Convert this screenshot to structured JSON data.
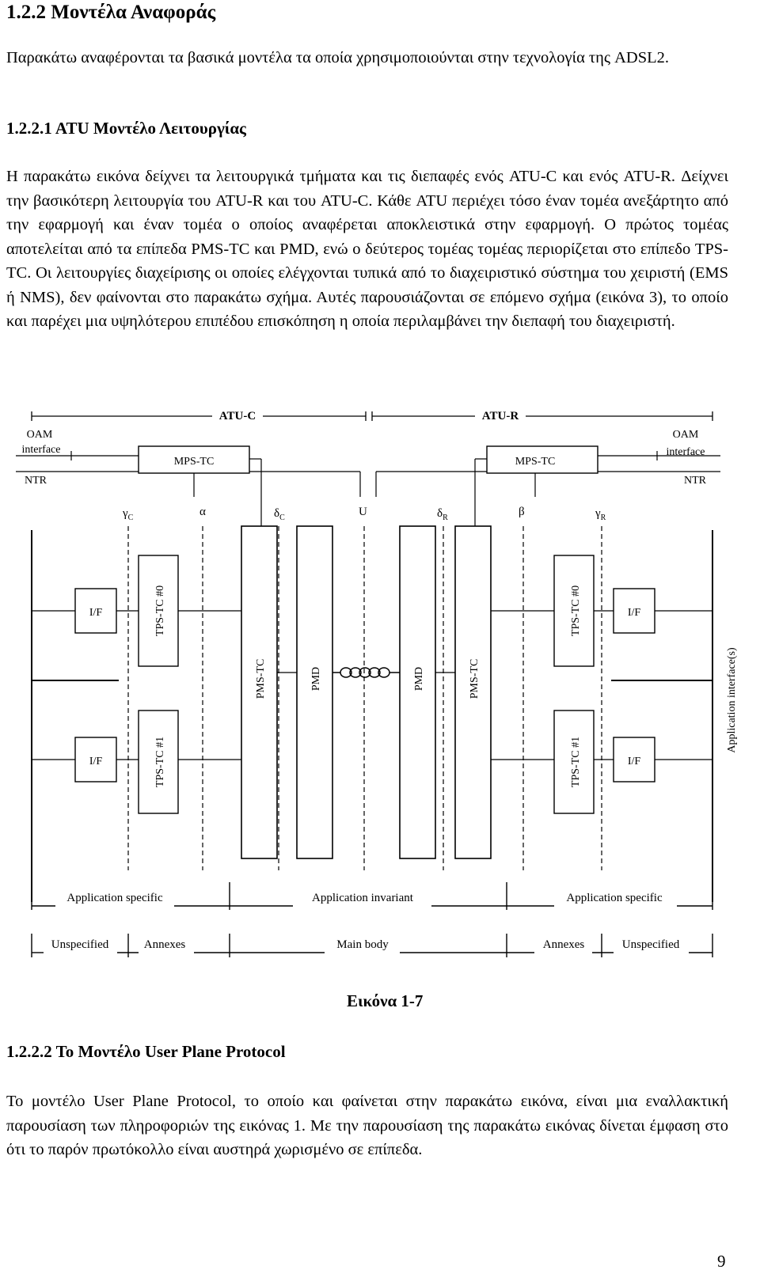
{
  "heading_main": "1.2.2 Μοντέλα Αναφοράς",
  "intro": "Παρακάτω αναφέρονται τα βασικά μοντέλα τα οποία χρησιμοποιούνται στην τεχνολογία της ADSL2.",
  "section1": {
    "heading": "1.2.2.1 ATU Μοντέλο Λειτουργίας",
    "body": "Η παρακάτω εικόνα δείχνει τα λειτουργικά τμήματα και τις διεπαφές ενός ATU-C και ενός ATU-R. Δείχνει την βασικότερη λειτουργία του ATU-R και του ATU-C. Κάθε ATU περιέχει τόσο έναν τομέα ανεξάρτητο από την εφαρμογή και έναν τομέα ο οποίος αναφέρεται αποκλειστικά στην εφαρμογή. Ο πρώτος τομέας αποτελείται από τα επίπεδα PMS-TC και PMD, ενώ ο δεύτερος τομέας τομέας περιορίζεται στο επίπεδο TPS-TC. Οι λειτουργίες διαχείρισης οι οποίες ελέγχονται τυπικά από το διαχειριστικό σύστημα του χειριστή (EMS ή NMS), δεν φαίνονται στο παρακάτω σχήμα. Αυτές παρουσιάζονται σε επόμενο σχήμα (εικόνα 3), το οποίο και παρέχει μια υψηλότερου επιπέδου επισκόπηση η οποία περιλαμβάνει την διεπαφή του διαχειριστή."
  },
  "figure": {
    "atu_c": "ATU-C",
    "atu_r": "ATU-R",
    "oam_left": [
      "OAM",
      "interface"
    ],
    "oam_right": [
      "OAM",
      "interface"
    ],
    "ntr_left": "NTR",
    "ntr_right": "NTR",
    "mps_tc_left": "MPS-TC",
    "mps_tc_right": "MPS-TC",
    "ref_gamma": "γ",
    "ref_c": "C",
    "ref_r": "R",
    "ref_alpha": "α",
    "ref_delta": "δ",
    "ref_u": "U",
    "ref_beta": "β",
    "if_label": "I/F",
    "tps_tc_0": "TPS-TC #0",
    "tps_tc_1": "TPS-TC #1",
    "pms_tc": "PMS-TC",
    "pmd": "PMD",
    "app_interface": "Application interface(s)",
    "app_specific": "Application specific",
    "app_invariant": "Application invariant",
    "unspecified": "Unspecified",
    "annexes": "Annexes",
    "main_body": "Main body"
  },
  "caption": "Εικόνα 1-7",
  "section2": {
    "heading": "1.2.2.2 Το Μοντέλο User Plane Protocol",
    "body": "Το μοντέλο User Plane Protocol, το οποίο και φαίνεται στην παρακάτω εικόνα, είναι μια εναλλακτική παρουσίαση των πληροφοριών της εικόνας 1. Με την παρουσίαση της παρακάτω εικόνας δίνεται έμφαση στο ότι το παρόν πρωτόκολλο είναι αυστηρά χωρισμένο σε επίπεδα."
  },
  "page_number": "9"
}
